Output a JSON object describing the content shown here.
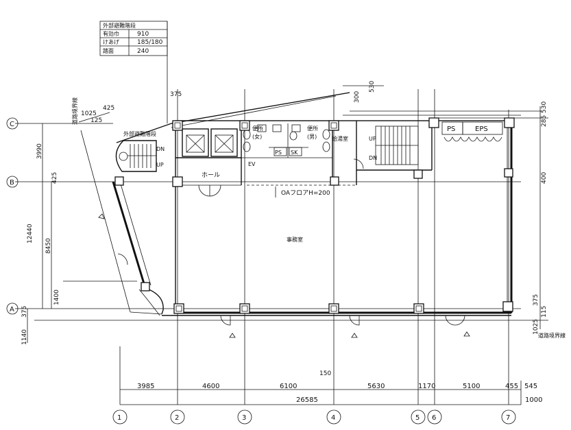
{
  "legend_table": {
    "title": "外部避難階段",
    "rows": [
      {
        "label": "有効巾",
        "value": "910"
      },
      {
        "label": "けあげ",
        "value": "185/180"
      },
      {
        "label": "踏面",
        "value": "240"
      }
    ]
  },
  "grid_rows": [
    "C",
    "B",
    "A"
  ],
  "grid_cols": [
    "1",
    "2",
    "3",
    "4",
    "5",
    "6",
    "7"
  ],
  "dims_bottom": [
    "3985",
    "4600",
    "6100",
    "5630",
    "1170",
    "5100",
    "455",
    "545"
  ],
  "dim_total": "26585",
  "dim_right_bottom": "1000",
  "dim_150": "150",
  "dims_left": {
    "d3990": "3990",
    "d12440": "12440",
    "d8450": "8450",
    "d1400": "1400",
    "d375": "375",
    "d1140": "1140",
    "d425": "425"
  },
  "dims_top": {
    "d375": "375",
    "d1025": "1025",
    "d125": "125",
    "d425": "425",
    "d300": "300",
    "d530": "530"
  },
  "dims_right": {
    "d285": "285",
    "d530": "530",
    "d400": "400",
    "d375": "375",
    "d115": "115",
    "d1025": "1025"
  },
  "labels": {
    "ext_stair": "外部避難階段",
    "hall": "ホール",
    "office": "事務室",
    "oa_floor": "OAフロアH=200",
    "wc_f": "便所",
    "wc_f_sub": "(女)",
    "wc_m": "便所",
    "wc_m_sub": "(男)",
    "kitchen": "給湯室",
    "ps": "PS",
    "eps": "EPS",
    "ps_small": "PS",
    "sk": "SK",
    "up": "UP",
    "dn": "DN",
    "road_top": "道路境界線",
    "road_bottom": "道路境界線",
    "elev_pit": "EV"
  }
}
